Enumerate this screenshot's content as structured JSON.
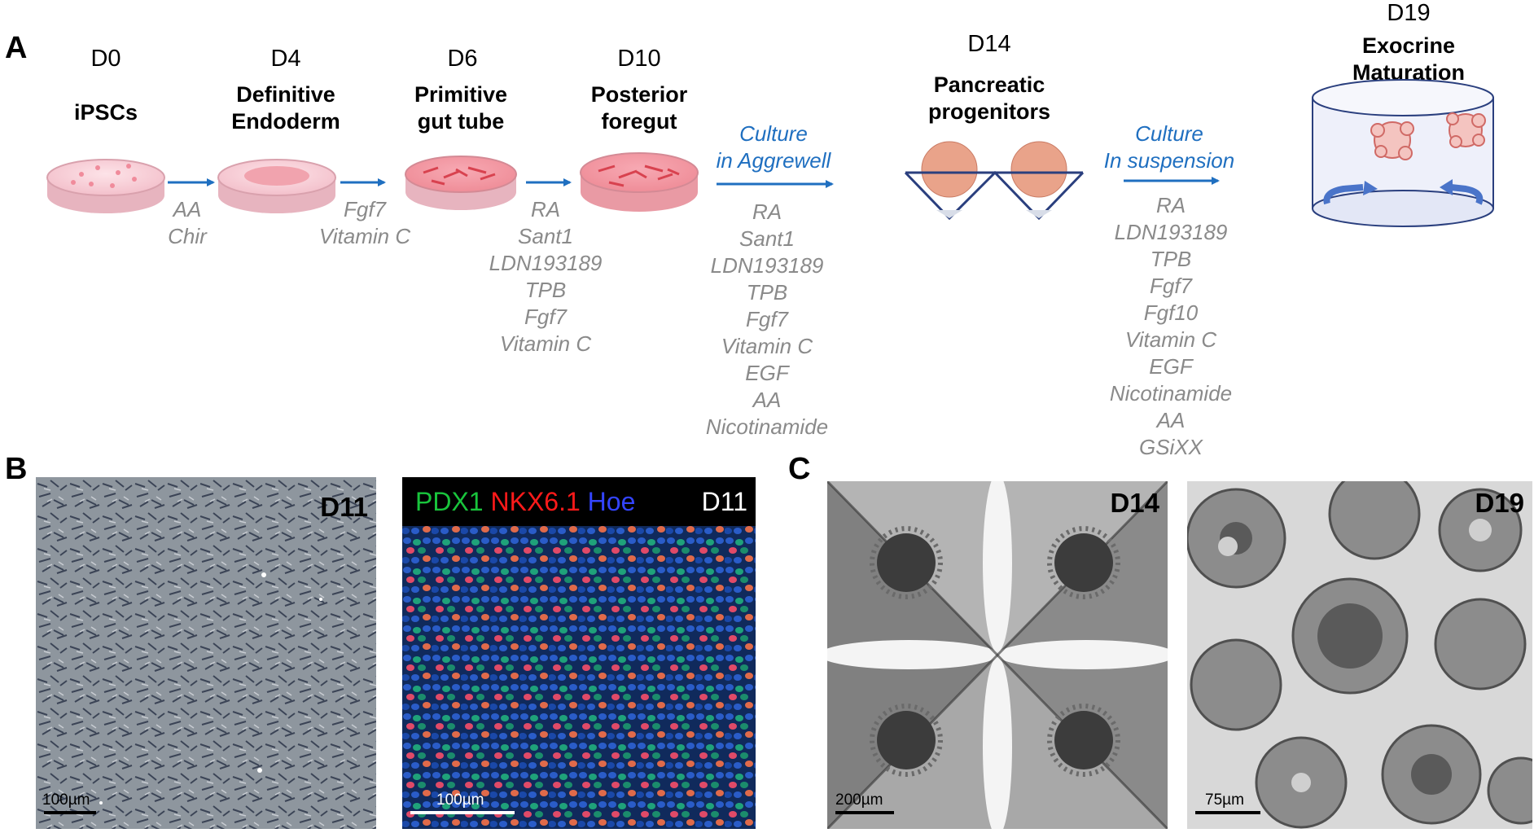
{
  "panels": {
    "a": "A",
    "b": "B",
    "c": "C"
  },
  "timeline": [
    {
      "day": "D0",
      "stage": [
        "iPSCs"
      ],
      "reagents": [
        "AA",
        "Chir"
      ]
    },
    {
      "day": "D4",
      "stage": [
        "Definitive",
        "Endoderm"
      ],
      "reagents": [
        "Fgf7",
        "Vitamin C"
      ]
    },
    {
      "day": "D6",
      "stage": [
        "Primitive",
        "gut tube"
      ],
      "reagents": [
        "RA",
        "Sant1",
        "LDN193189",
        "TPB",
        "Fgf7",
        "Vitamin C"
      ]
    },
    {
      "day": "D10",
      "stage": [
        "Posterior",
        "foregut"
      ],
      "reagents": [
        "RA",
        "Sant1",
        "LDN193189",
        "TPB",
        "Fgf7",
        "Vitamin C",
        "EGF",
        "AA",
        "Nicotinamide"
      ]
    },
    {
      "day": "D14",
      "stage": [
        "Pancreatic",
        "progenitors"
      ],
      "reagents": [
        "RA",
        "LDN193189",
        "TPB",
        "Fgf7",
        "Fgf10",
        "Vitamin C",
        "EGF",
        "Nicotinamide",
        "AA",
        "GSiXX"
      ]
    },
    {
      "day": "D19",
      "stage": [
        "Exocrine",
        "Maturation"
      ]
    }
  ],
  "culture_labels": [
    [
      "Culture",
      "in Aggrewell"
    ],
    [
      "Culture",
      "In suspension"
    ]
  ],
  "micrographs": {
    "b_left": {
      "day": "D11",
      "scale": "100µm"
    },
    "b_right": {
      "day": "D11",
      "scale": "100µm",
      "stain": [
        {
          "text": "PDX1",
          "color": "#19c43c"
        },
        {
          "text": "NKX6.1",
          "color": "#ff1a1a"
        },
        {
          "text": "Hoe",
          "color": "#3344ff"
        }
      ]
    },
    "c_left": {
      "day": "D14",
      "scale": "200µm"
    },
    "c_right": {
      "day": "D19",
      "scale": "75µm"
    }
  },
  "colors": {
    "arrow": "#1f6fc0",
    "reagent_text": "#8a8a8a",
    "dish_pink": "#f6c6cf",
    "spheroid": "#e9a38a"
  }
}
